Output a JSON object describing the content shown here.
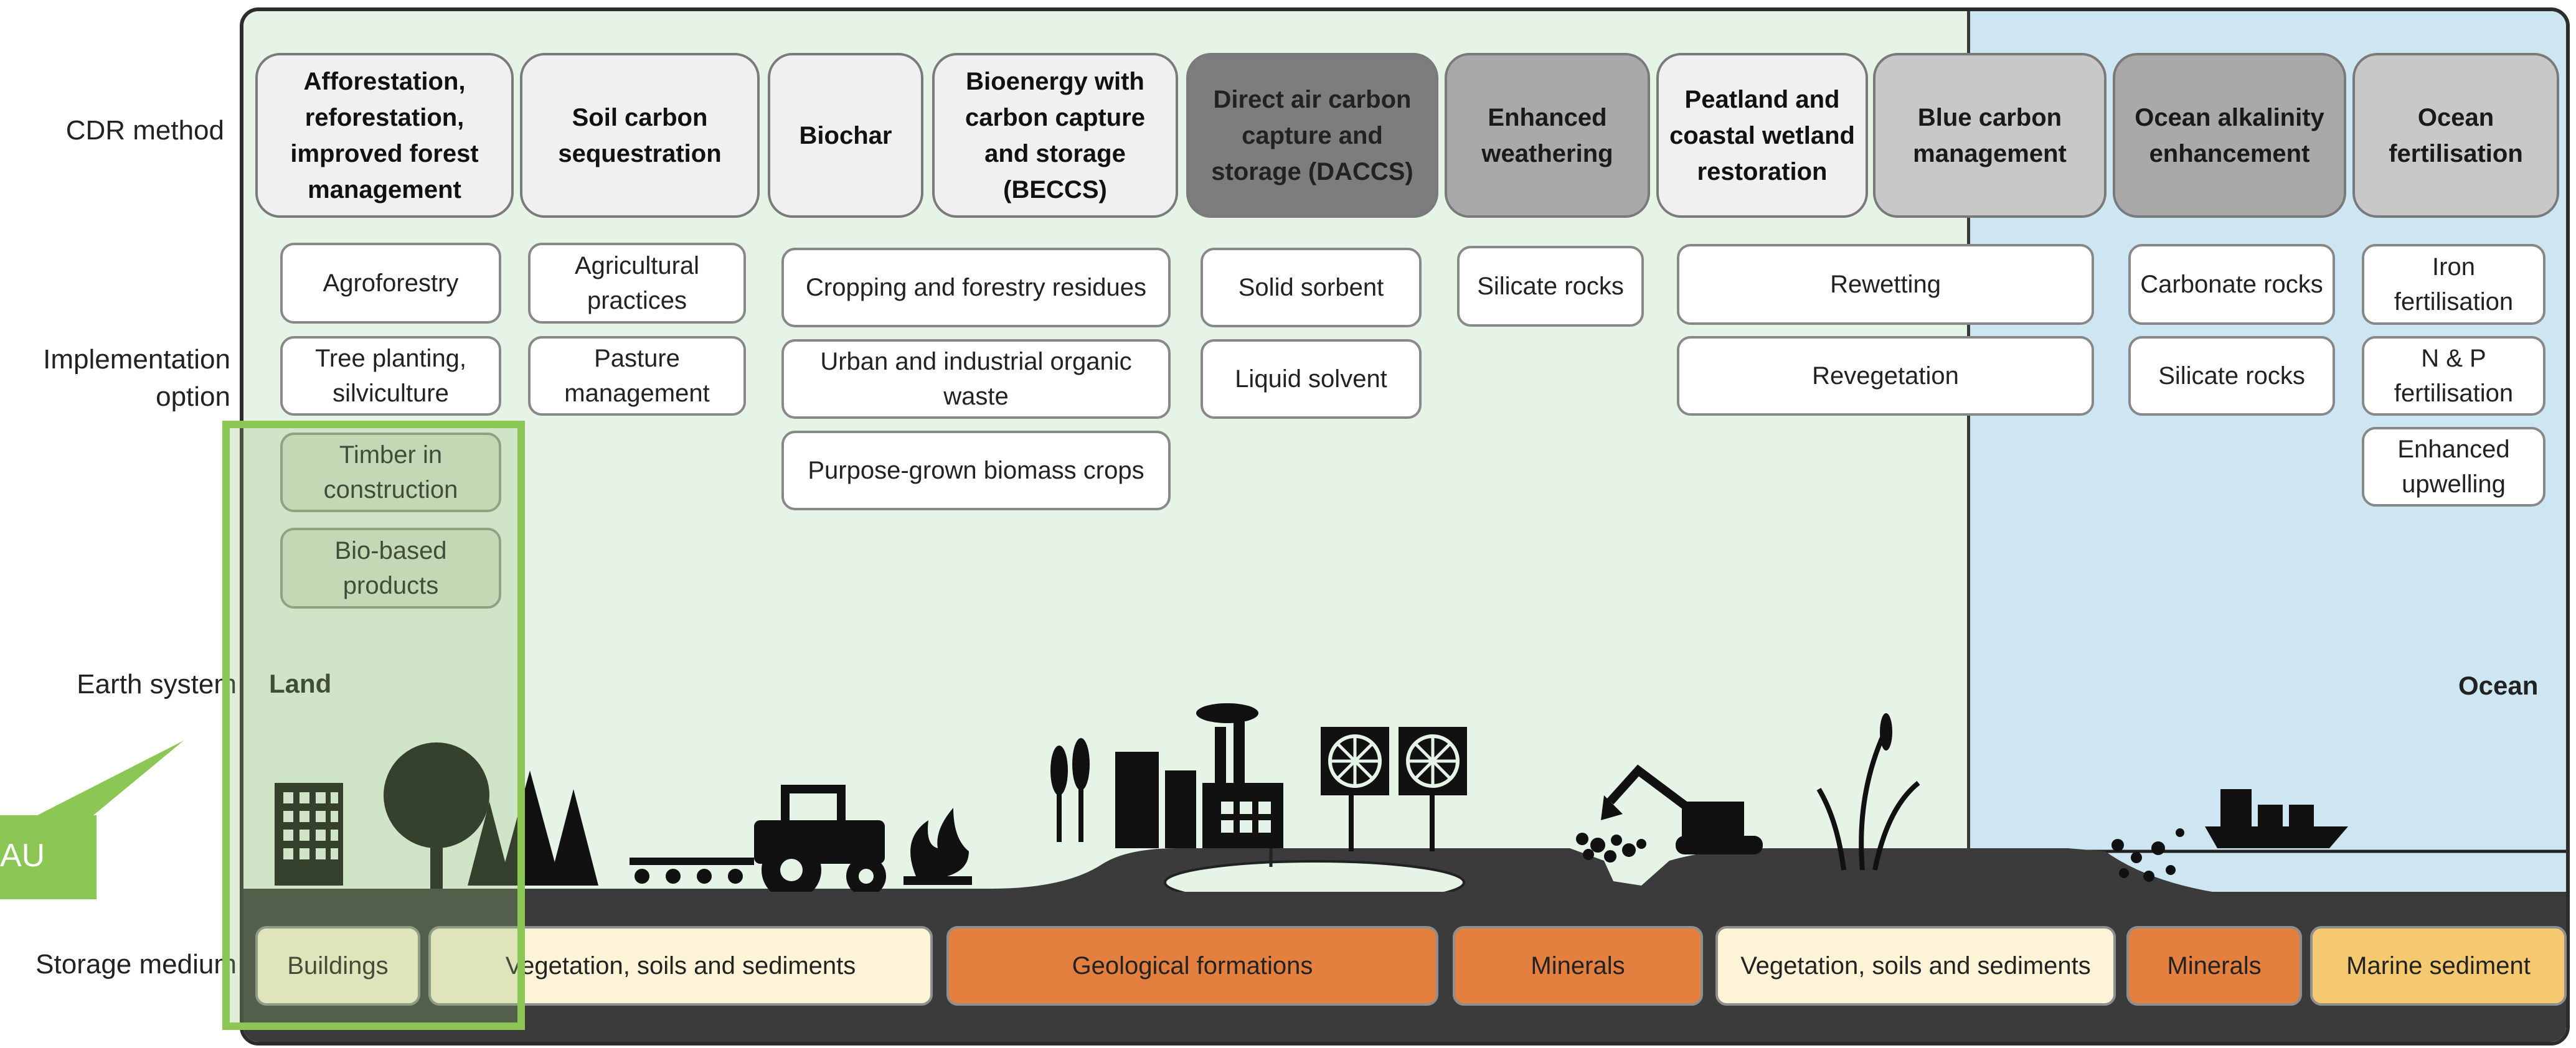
{
  "row_labels": {
    "cdr_method": "CDR method",
    "implementation_line1": "Implementation",
    "implementation_line2": "option",
    "earth_system": "Earth system",
    "storage_medium": "Storage medium"
  },
  "methods": [
    {
      "label": "Afforestation, reforestation, improved forest management"
    },
    {
      "label": "Soil carbon sequestration"
    },
    {
      "label": "Biochar"
    },
    {
      "label": "Bioenergy with carbon capture and storage (BECCS)"
    },
    {
      "label": "Direct air carbon capture and storage (DACCS)"
    },
    {
      "label": "Enhanced weathering"
    },
    {
      "label": "Peatland and coastal wetland restoration"
    },
    {
      "label": "Blue carbon management"
    },
    {
      "label": "Ocean alkalinity enhancement"
    },
    {
      "label": "Ocean fertilisation"
    }
  ],
  "options": {
    "afforestation": [
      "Agroforestry",
      "Tree planting, silviculture",
      "Timber in construction",
      "Bio-based products"
    ],
    "soil": [
      "Agricultural practices",
      "Pasture management"
    ],
    "biomass": [
      "Cropping and forestry residues",
      "Urban and industrial organic waste",
      "Purpose-grown biomass crops"
    ],
    "daccs": [
      "Solid sorbent",
      "Liquid solvent"
    ],
    "weathering": [
      "Silicate rocks"
    ],
    "peatland": [
      "Rewetting",
      "Revegetation"
    ],
    "alkalinity": [
      "Carbonate rocks",
      "Silicate rocks"
    ],
    "fertilisation": [
      "Iron fertilisation",
      "N & P fertilisation",
      "Enhanced upwelling"
    ]
  },
  "earth_labels": {
    "land": "Land",
    "ocean": "Ocean"
  },
  "storage": [
    {
      "label": "Buildings"
    },
    {
      "label": "Vegetation, soils and sediments"
    },
    {
      "label": "Geological formations"
    },
    {
      "label": "Minerals"
    },
    {
      "label": "Vegetation, soils and sediments"
    },
    {
      "label": "Minerals"
    },
    {
      "label": "Marine sediment"
    }
  ],
  "callout": {
    "text": "AU"
  },
  "colors": {
    "land_bg": "#e6f4e8",
    "ocean_bg": "#cde6f2",
    "highlight": "#8cc655",
    "geological": "#e3803f",
    "marine": "#f5c96f",
    "cream": "#fdf3d6"
  }
}
